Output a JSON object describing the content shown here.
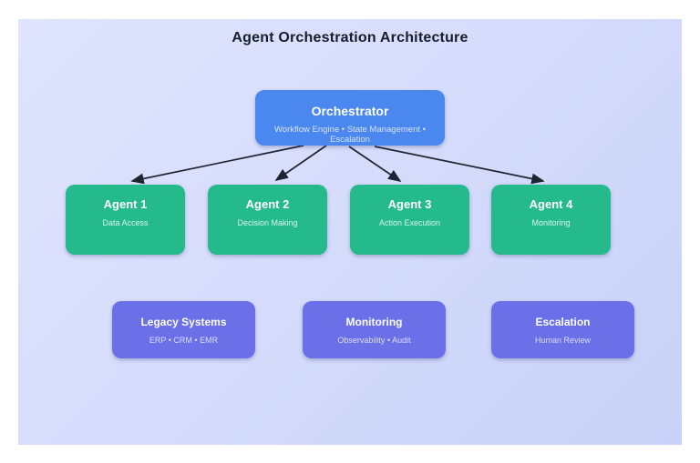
{
  "title": "Agent Orchestration Architecture",
  "colors": {
    "canvas_background_start": "#e0e5fd",
    "canvas_background_end": "#c8d2f8",
    "page_margin": "#ffffff",
    "orchestrator_fill": "#4a87ef",
    "agent_fill": "#25ba8b",
    "system_fill": "#6b70e9",
    "arrow": "#1f2530",
    "title_text": "#161d2b",
    "node_text": "#ffffff"
  },
  "orchestrator": {
    "title": "Orchestrator",
    "subtitle": "Workflow Engine • State Management • Escalation"
  },
  "agents": [
    {
      "title": "Agent 1",
      "subtitle": "Data Access"
    },
    {
      "title": "Agent 2",
      "subtitle": "Decision Making"
    },
    {
      "title": "Agent 3",
      "subtitle": "Action Execution"
    },
    {
      "title": "Agent 4",
      "subtitle": "Monitoring"
    }
  ],
  "systems": [
    {
      "title": "Legacy Systems",
      "subtitle": "ERP • CRM • EMR"
    },
    {
      "title": "Monitoring",
      "subtitle": "Observability • Audit"
    },
    {
      "title": "Escalation",
      "subtitle": "Human Review"
    }
  ],
  "edges": {
    "count": 4,
    "description": "arrows from orchestrator to each agent"
  }
}
